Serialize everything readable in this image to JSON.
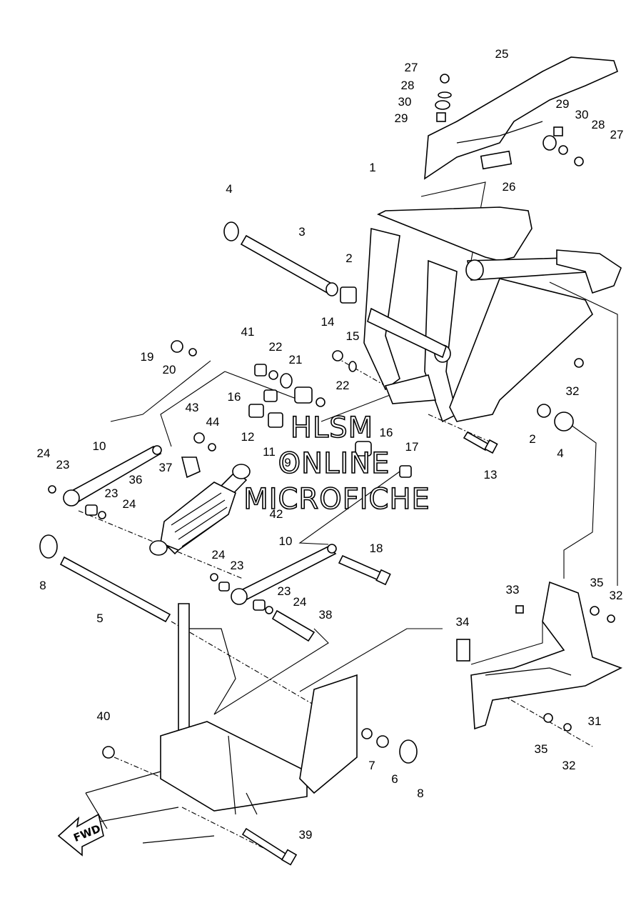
{
  "diagram": {
    "watermark": [
      "HLSM",
      "ONLINE",
      "MICROFICHE"
    ],
    "direction_label": "FWD",
    "callouts": [
      {
        "id": "c25",
        "text": "25"
      },
      {
        "id": "c27a",
        "text": "27"
      },
      {
        "id": "c28a",
        "text": "28"
      },
      {
        "id": "c30a",
        "text": "30"
      },
      {
        "id": "c29a",
        "text": "29"
      },
      {
        "id": "c29b",
        "text": "29"
      },
      {
        "id": "c30b",
        "text": "30"
      },
      {
        "id": "c28b",
        "text": "28"
      },
      {
        "id": "c27b",
        "text": "27"
      },
      {
        "id": "c26",
        "text": "26"
      },
      {
        "id": "c1",
        "text": "1"
      },
      {
        "id": "c4a",
        "text": "4"
      },
      {
        "id": "c3",
        "text": "3"
      },
      {
        "id": "c2a",
        "text": "2"
      },
      {
        "id": "c14",
        "text": "14"
      },
      {
        "id": "c15",
        "text": "15"
      },
      {
        "id": "c41",
        "text": "41"
      },
      {
        "id": "c22a",
        "text": "22"
      },
      {
        "id": "c21",
        "text": "21"
      },
      {
        "id": "c19",
        "text": "19"
      },
      {
        "id": "c20",
        "text": "20"
      },
      {
        "id": "c16a",
        "text": "16"
      },
      {
        "id": "c22b",
        "text": "22"
      },
      {
        "id": "c32a",
        "text": "32"
      },
      {
        "id": "c43",
        "text": "43"
      },
      {
        "id": "c44",
        "text": "44"
      },
      {
        "id": "c12",
        "text": "12"
      },
      {
        "id": "c11",
        "text": "11"
      },
      {
        "id": "c9",
        "text": "9"
      },
      {
        "id": "c16b",
        "text": "16"
      },
      {
        "id": "c17",
        "text": "17"
      },
      {
        "id": "c2b",
        "text": "2"
      },
      {
        "id": "c4b",
        "text": "4"
      },
      {
        "id": "c13",
        "text": "13"
      },
      {
        "id": "c24a",
        "text": "24"
      },
      {
        "id": "c23a",
        "text": "23"
      },
      {
        "id": "c10a",
        "text": "10"
      },
      {
        "id": "c37",
        "text": "37"
      },
      {
        "id": "c36",
        "text": "36"
      },
      {
        "id": "c23b",
        "text": "23"
      },
      {
        "id": "c24b",
        "text": "24"
      },
      {
        "id": "c42",
        "text": "42"
      },
      {
        "id": "c10b",
        "text": "10"
      },
      {
        "id": "c18",
        "text": "18"
      },
      {
        "id": "c8a",
        "text": "8"
      },
      {
        "id": "c5",
        "text": "5"
      },
      {
        "id": "c24c",
        "text": "24"
      },
      {
        "id": "c23c",
        "text": "23"
      },
      {
        "id": "c23d",
        "text": "23"
      },
      {
        "id": "c24d",
        "text": "24"
      },
      {
        "id": "c38",
        "text": "38"
      },
      {
        "id": "c33",
        "text": "33"
      },
      {
        "id": "c35a",
        "text": "35"
      },
      {
        "id": "c32b",
        "text": "32"
      },
      {
        "id": "c34",
        "text": "34"
      },
      {
        "id": "c31",
        "text": "31"
      },
      {
        "id": "c40",
        "text": "40"
      },
      {
        "id": "c7",
        "text": "7"
      },
      {
        "id": "c6",
        "text": "6"
      },
      {
        "id": "c8b",
        "text": "8"
      },
      {
        "id": "c35b",
        "text": "35"
      },
      {
        "id": "c32c",
        "text": "32"
      },
      {
        "id": "c39",
        "text": "39"
      }
    ]
  }
}
